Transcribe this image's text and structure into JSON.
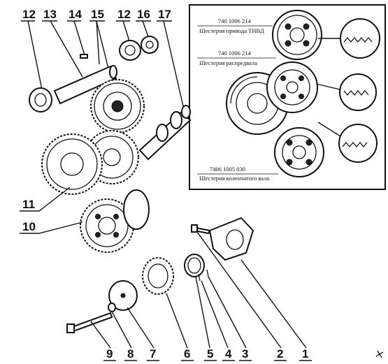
{
  "callouts_top": [
    "12",
    "13",
    "14",
    "15",
    "12",
    "16",
    "17"
  ],
  "callouts_side": [
    "11",
    "10"
  ],
  "callouts_bottom": [
    "9",
    "8",
    "7",
    "6",
    "5",
    "4",
    "3",
    "2",
    "1"
  ],
  "inset": {
    "tnvd_code": "740 1006 214",
    "tnvd_label": "Шестерня привода ТНВД",
    "dist_code": "740 1006 214",
    "dist_label": "Шестерня распредвала",
    "crank_code": "7406 1005 030",
    "crank_label": "Шестерня коленчатого вала"
  },
  "icons": [
    "gear-icon",
    "bearing-icon",
    "bolt-icon",
    "bracket-icon",
    "magnifier-icon"
  ]
}
